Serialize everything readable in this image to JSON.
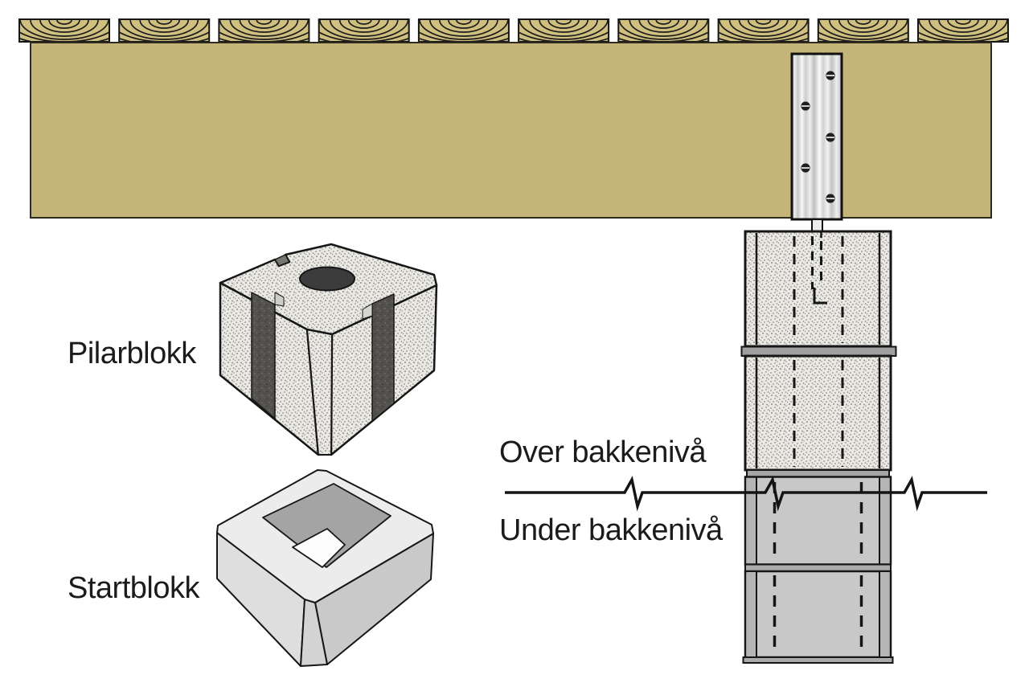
{
  "diagram": {
    "labels": {
      "pillar_block": "Pilarblokk",
      "start_block": "Startblokk",
      "above_ground": "Over bakkenivå",
      "below_ground": "Under bakkenivå"
    },
    "colors": {
      "background": "#ffffff",
      "outline": "#161616",
      "wood_beam": "#c5b578",
      "deck_board": "#cfc07f",
      "wood_grain_line": "#1c1c1c",
      "concrete_speckle_base": "#eae8e3",
      "slot_dark": "#53514e",
      "top_hole_dark": "#3b3b3b",
      "gray_block": "#c8c8c8",
      "gray_block_edge_strip": "#b5b5b5",
      "mortar_joint": "#9f9f9f",
      "startblock_top": "#ececec",
      "startblock_recess": "#a4a4a4",
      "metal_plate_light": "#fafafa",
      "metal_plate_dark": "#b9b9b9",
      "screw": "#1f1f1f"
    }
  }
}
